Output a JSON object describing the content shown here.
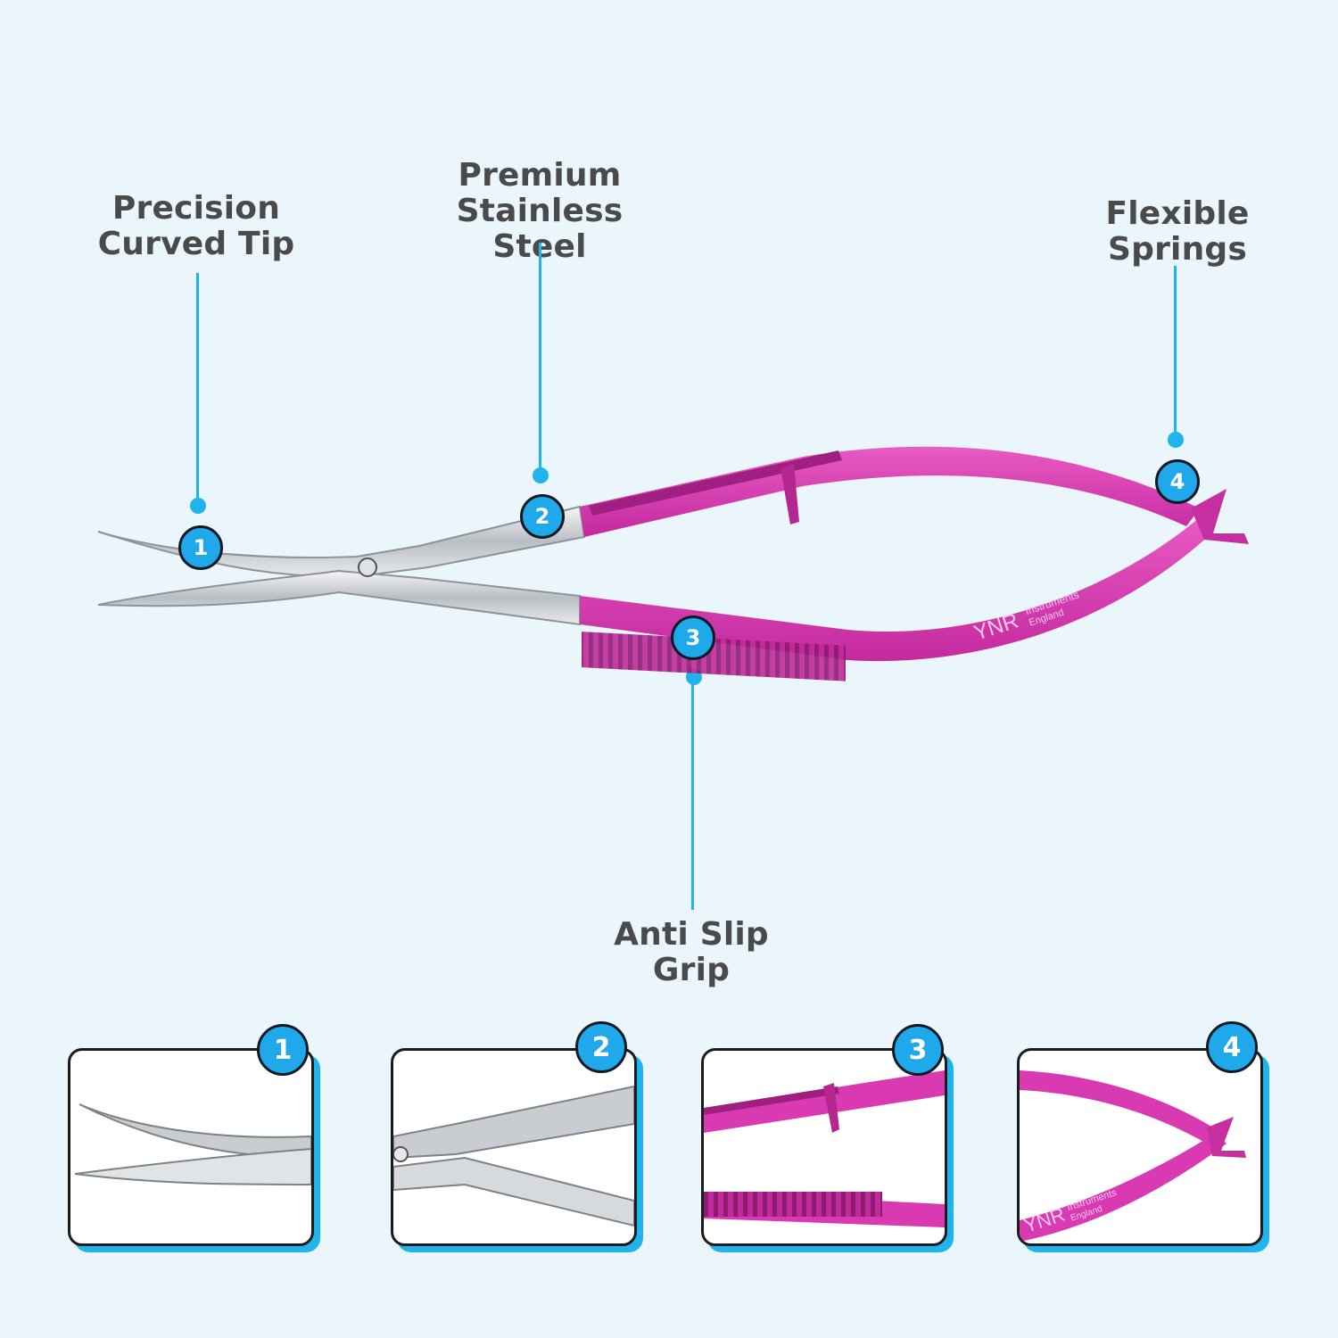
{
  "callouts": [
    {
      "number": "1",
      "lines": [
        "Precision",
        "Curved Tip"
      ]
    },
    {
      "number": "2",
      "lines": [
        "Premium",
        "Stainless Steel"
      ]
    },
    {
      "number": "3",
      "lines": [
        "Anti Slip",
        "Grip"
      ]
    },
    {
      "number": "4",
      "lines": [
        "Flexible",
        "Springs"
      ]
    }
  ],
  "engraving": {
    "brand": "YNR",
    "line1": "Instruments",
    "line2": "England"
  },
  "colors": {
    "background": "#eaf5fc",
    "accent": "#21b3ec",
    "handle": "#d93ab2",
    "steel": "#c9cdd1"
  }
}
